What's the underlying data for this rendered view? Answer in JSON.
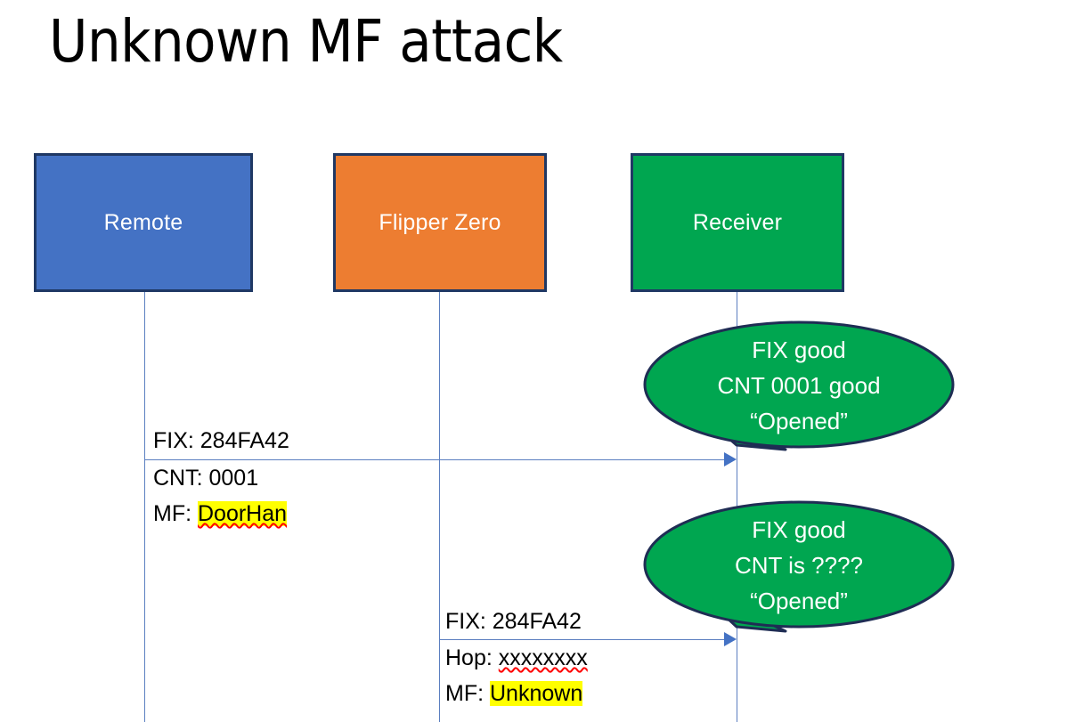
{
  "slide": {
    "title": "Unknown MF attack",
    "background": "#ffffff"
  },
  "colors": {
    "remote_fill": "#4472C4",
    "flipper_fill": "#ED7D31",
    "receiver_fill": "#00A650",
    "box_border": "#1F3864",
    "lifeline": "#5B7FC0",
    "arrow": "#4472C4",
    "highlight": "#FFFF00",
    "spellcheck_underline": "#FF0000",
    "callout_fill": "#00A650",
    "callout_border": "#1F2D54",
    "callout_text": "#ffffff"
  },
  "actors": [
    {
      "id": "remote",
      "label": "Remote"
    },
    {
      "id": "flipper",
      "label": "Flipper Zero"
    },
    {
      "id": "receiver",
      "label": "Receiver"
    }
  ],
  "messages": [
    {
      "id": "msg-remote-to-receiver",
      "from": "remote",
      "to": "receiver",
      "label_above": "FIX: 284FA42",
      "label_below_line1_prefix": "CNT: 0001",
      "label_below_line2_prefix": "MF: ",
      "label_below_line2_value": "DoorHan",
      "label_below_line2_highlighted": true,
      "label_below_line2_spellchecked": true
    },
    {
      "id": "msg-flipper-to-receiver",
      "from": "flipper",
      "to": "receiver",
      "label_above": "FIX: 284FA42",
      "label_below_line1_prefix": "Hop: ",
      "label_below_line1_value": "xxxxxxxx",
      "label_below_line1_spellchecked": true,
      "label_below_line2_prefix": "MF: ",
      "label_below_line2_value": "Unknown",
      "label_below_line2_highlighted": true
    }
  ],
  "callouts": [
    {
      "id": "callout-first",
      "anchor": "msg-remote-to-receiver",
      "lines": [
        "FIX good",
        "CNT 0001 good",
        "“Opened”"
      ],
      "line1": "FIX good",
      "line2": "CNT 0001 good",
      "line3": "“Opened”"
    },
    {
      "id": "callout-second",
      "anchor": "msg-flipper-to-receiver",
      "lines": [
        "FIX good",
        "CNT is ????",
        "“Opened”"
      ],
      "line1": "FIX good",
      "line2": "CNT is ????",
      "line3": "“Opened”"
    }
  ]
}
